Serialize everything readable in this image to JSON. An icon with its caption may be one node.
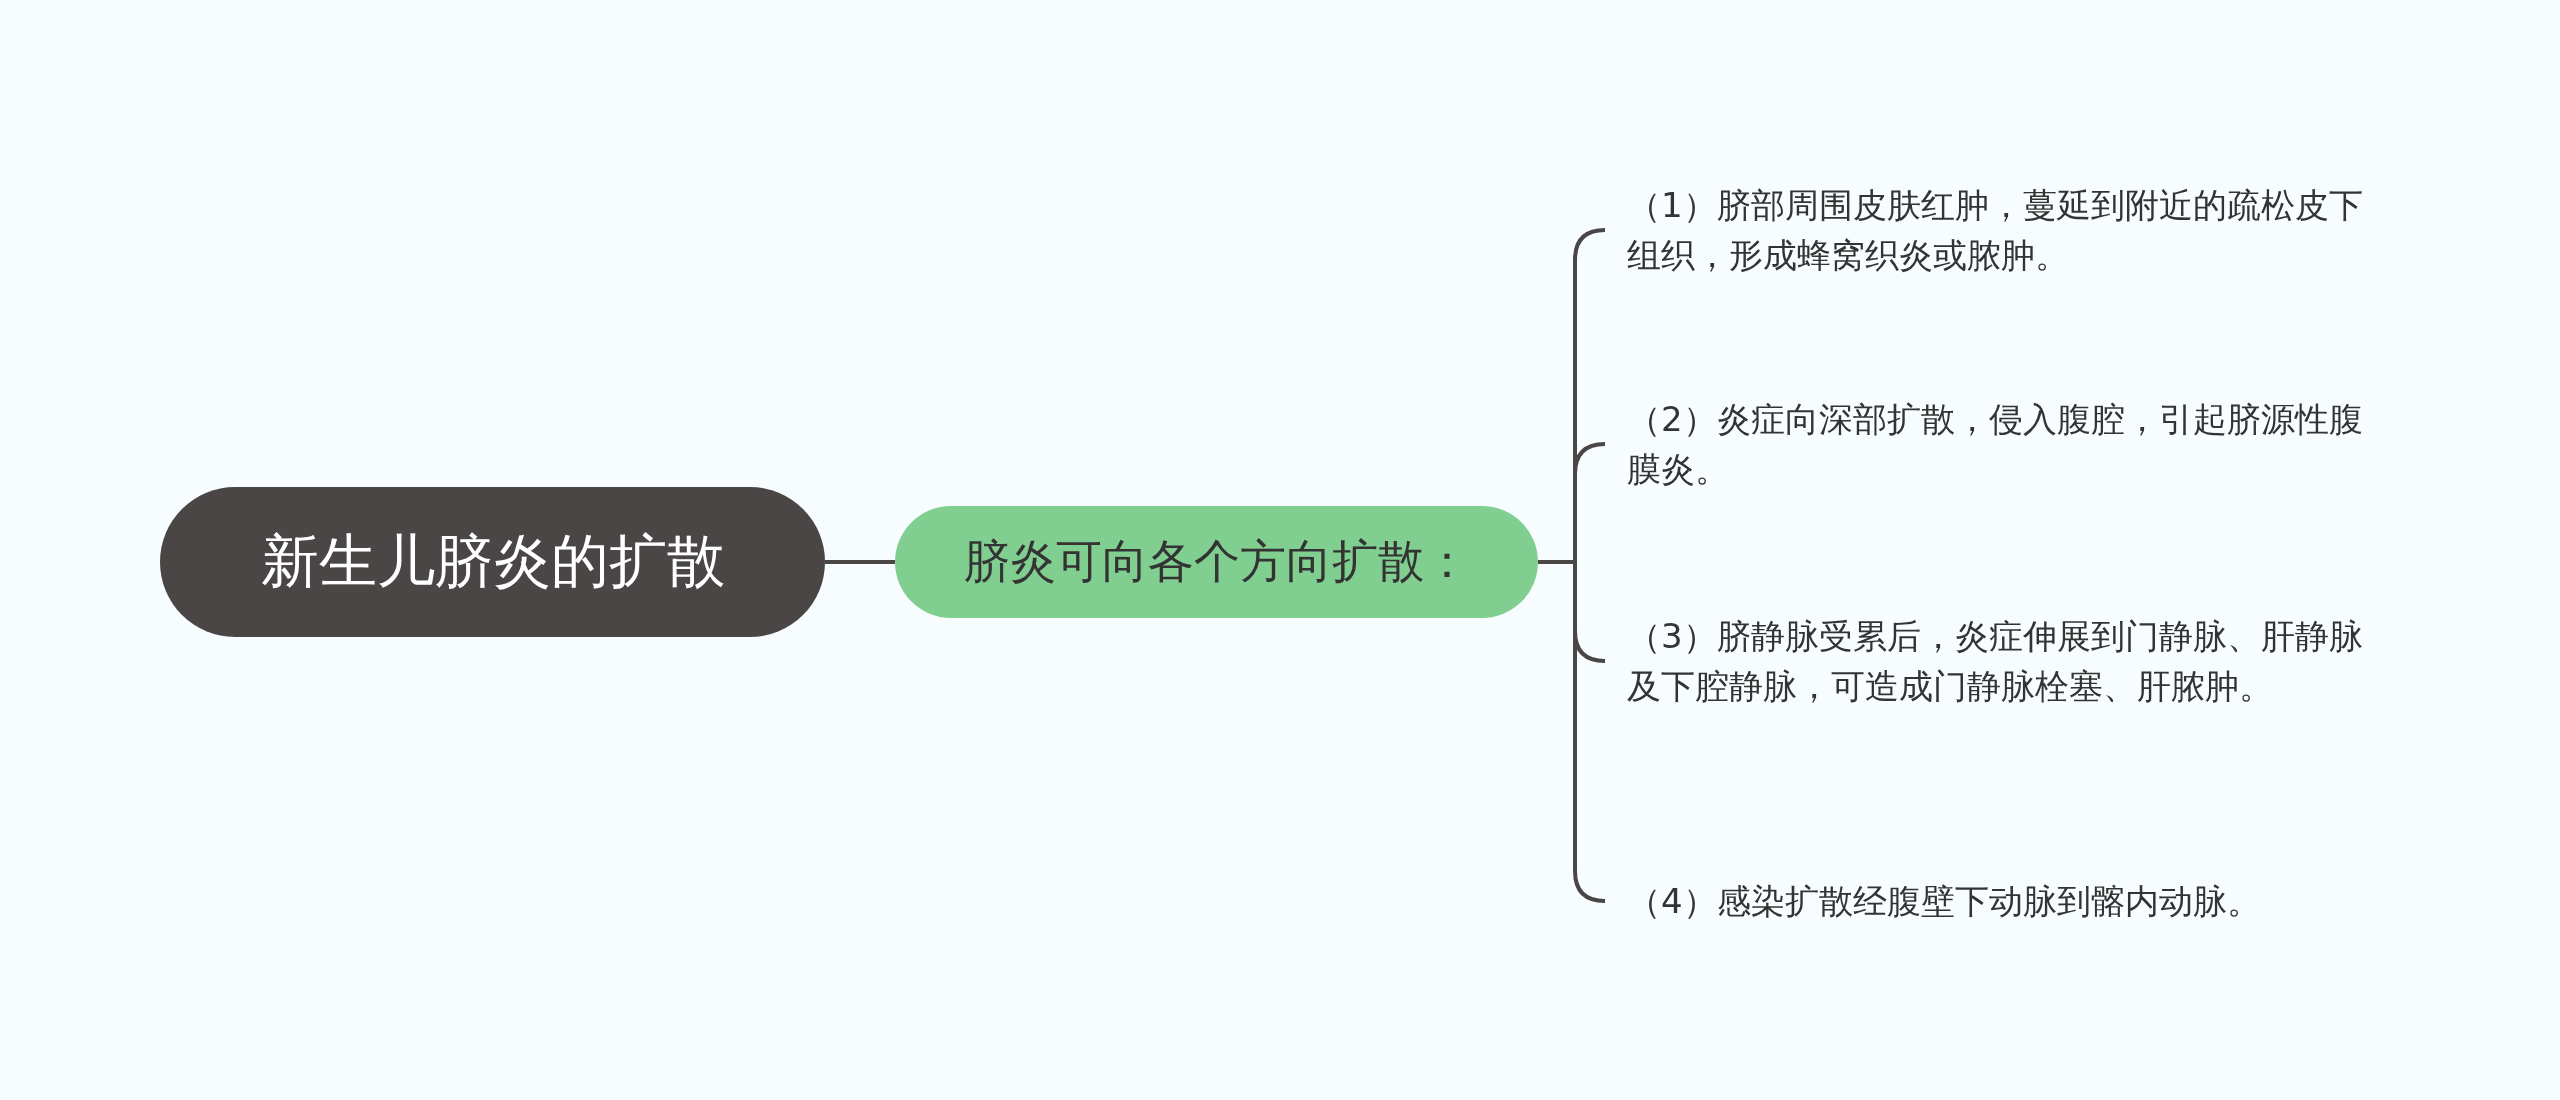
{
  "diagram": {
    "nodes": [
      {
        "text": [
          "新生儿脐炎的扩散"
        ]
      },
      {
        "text": [
          "脐炎可向各个方向扩散："
        ]
      },
      {
        "text": [
          "（1）脐部周围皮肤红肿，蔓延到附近的疏松皮下组织，形成蜂窝织炎或脓肿。"
        ]
      },
      {
        "text": [
          "（2）炎症向深部扩散，侵入腹腔，引起脐源性腹膜炎。"
        ]
      },
      {
        "text": [
          "（3）脐静脉受累后，炎症伸展到门静脉、肝静脉及下腔静脉，可造成门静脉栓塞、肝脓肿。"
        ]
      },
      {
        "text": [
          "（4）感染扩散经腹壁下动脉到髂内动脉。"
        ]
      }
    ],
    "edges": [
      {
        "from": 0,
        "to": 1,
        "arrow": "none"
      },
      {
        "from": 1,
        "to": 2,
        "arrow": "none"
      },
      {
        "from": 1,
        "to": 3,
        "arrow": "none"
      },
      {
        "from": 1,
        "to": 4,
        "arrow": "none"
      },
      {
        "from": 1,
        "to": 5,
        "arrow": "none"
      }
    ]
  }
}
